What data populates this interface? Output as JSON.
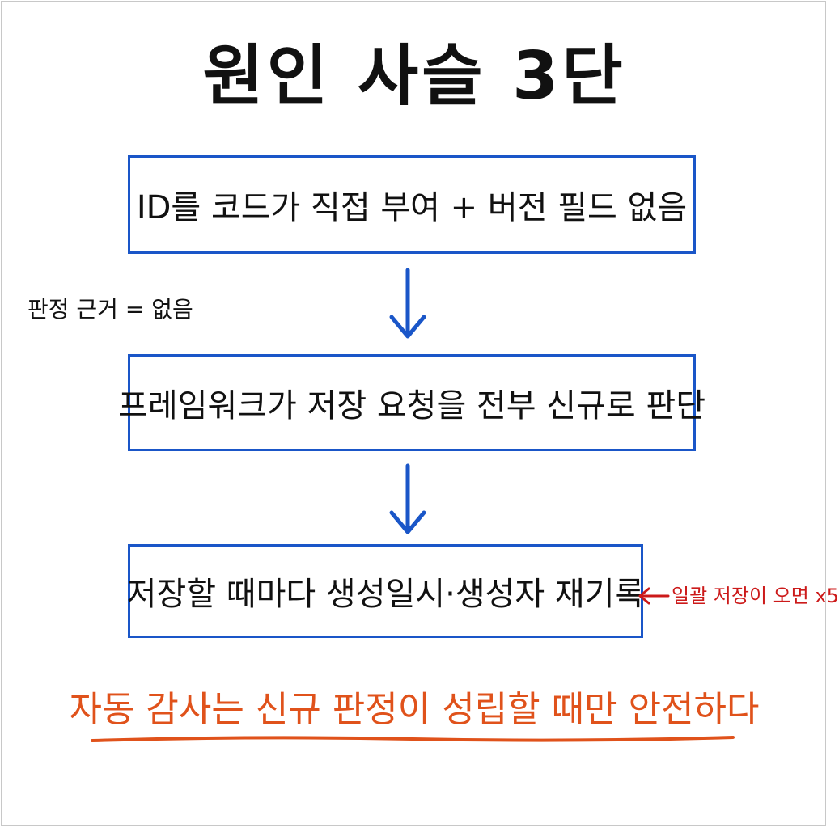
{
  "title": "원인 사슬 3단",
  "steps": [
    {
      "text": "ID를 코드가 직접 부여 + 버전 필드 없음"
    },
    {
      "text": "프레임워크가 저장 요청을 전부 신규로 판단"
    },
    {
      "text": "저장할 때마다 생성일시·생성자 재기록"
    }
  ],
  "side_note": "판정 근거 = 없음",
  "annotation": "일괄 저장이 오면 x5",
  "conclusion": "자동 감사는 신규 판정이 성립할 때만 안전하다",
  "colors": {
    "box_border": "#1a56c8",
    "arrow": "#1a56c8",
    "annotation": "#cc1a1a",
    "conclusion": "#e0521b",
    "text": "#111111"
  }
}
